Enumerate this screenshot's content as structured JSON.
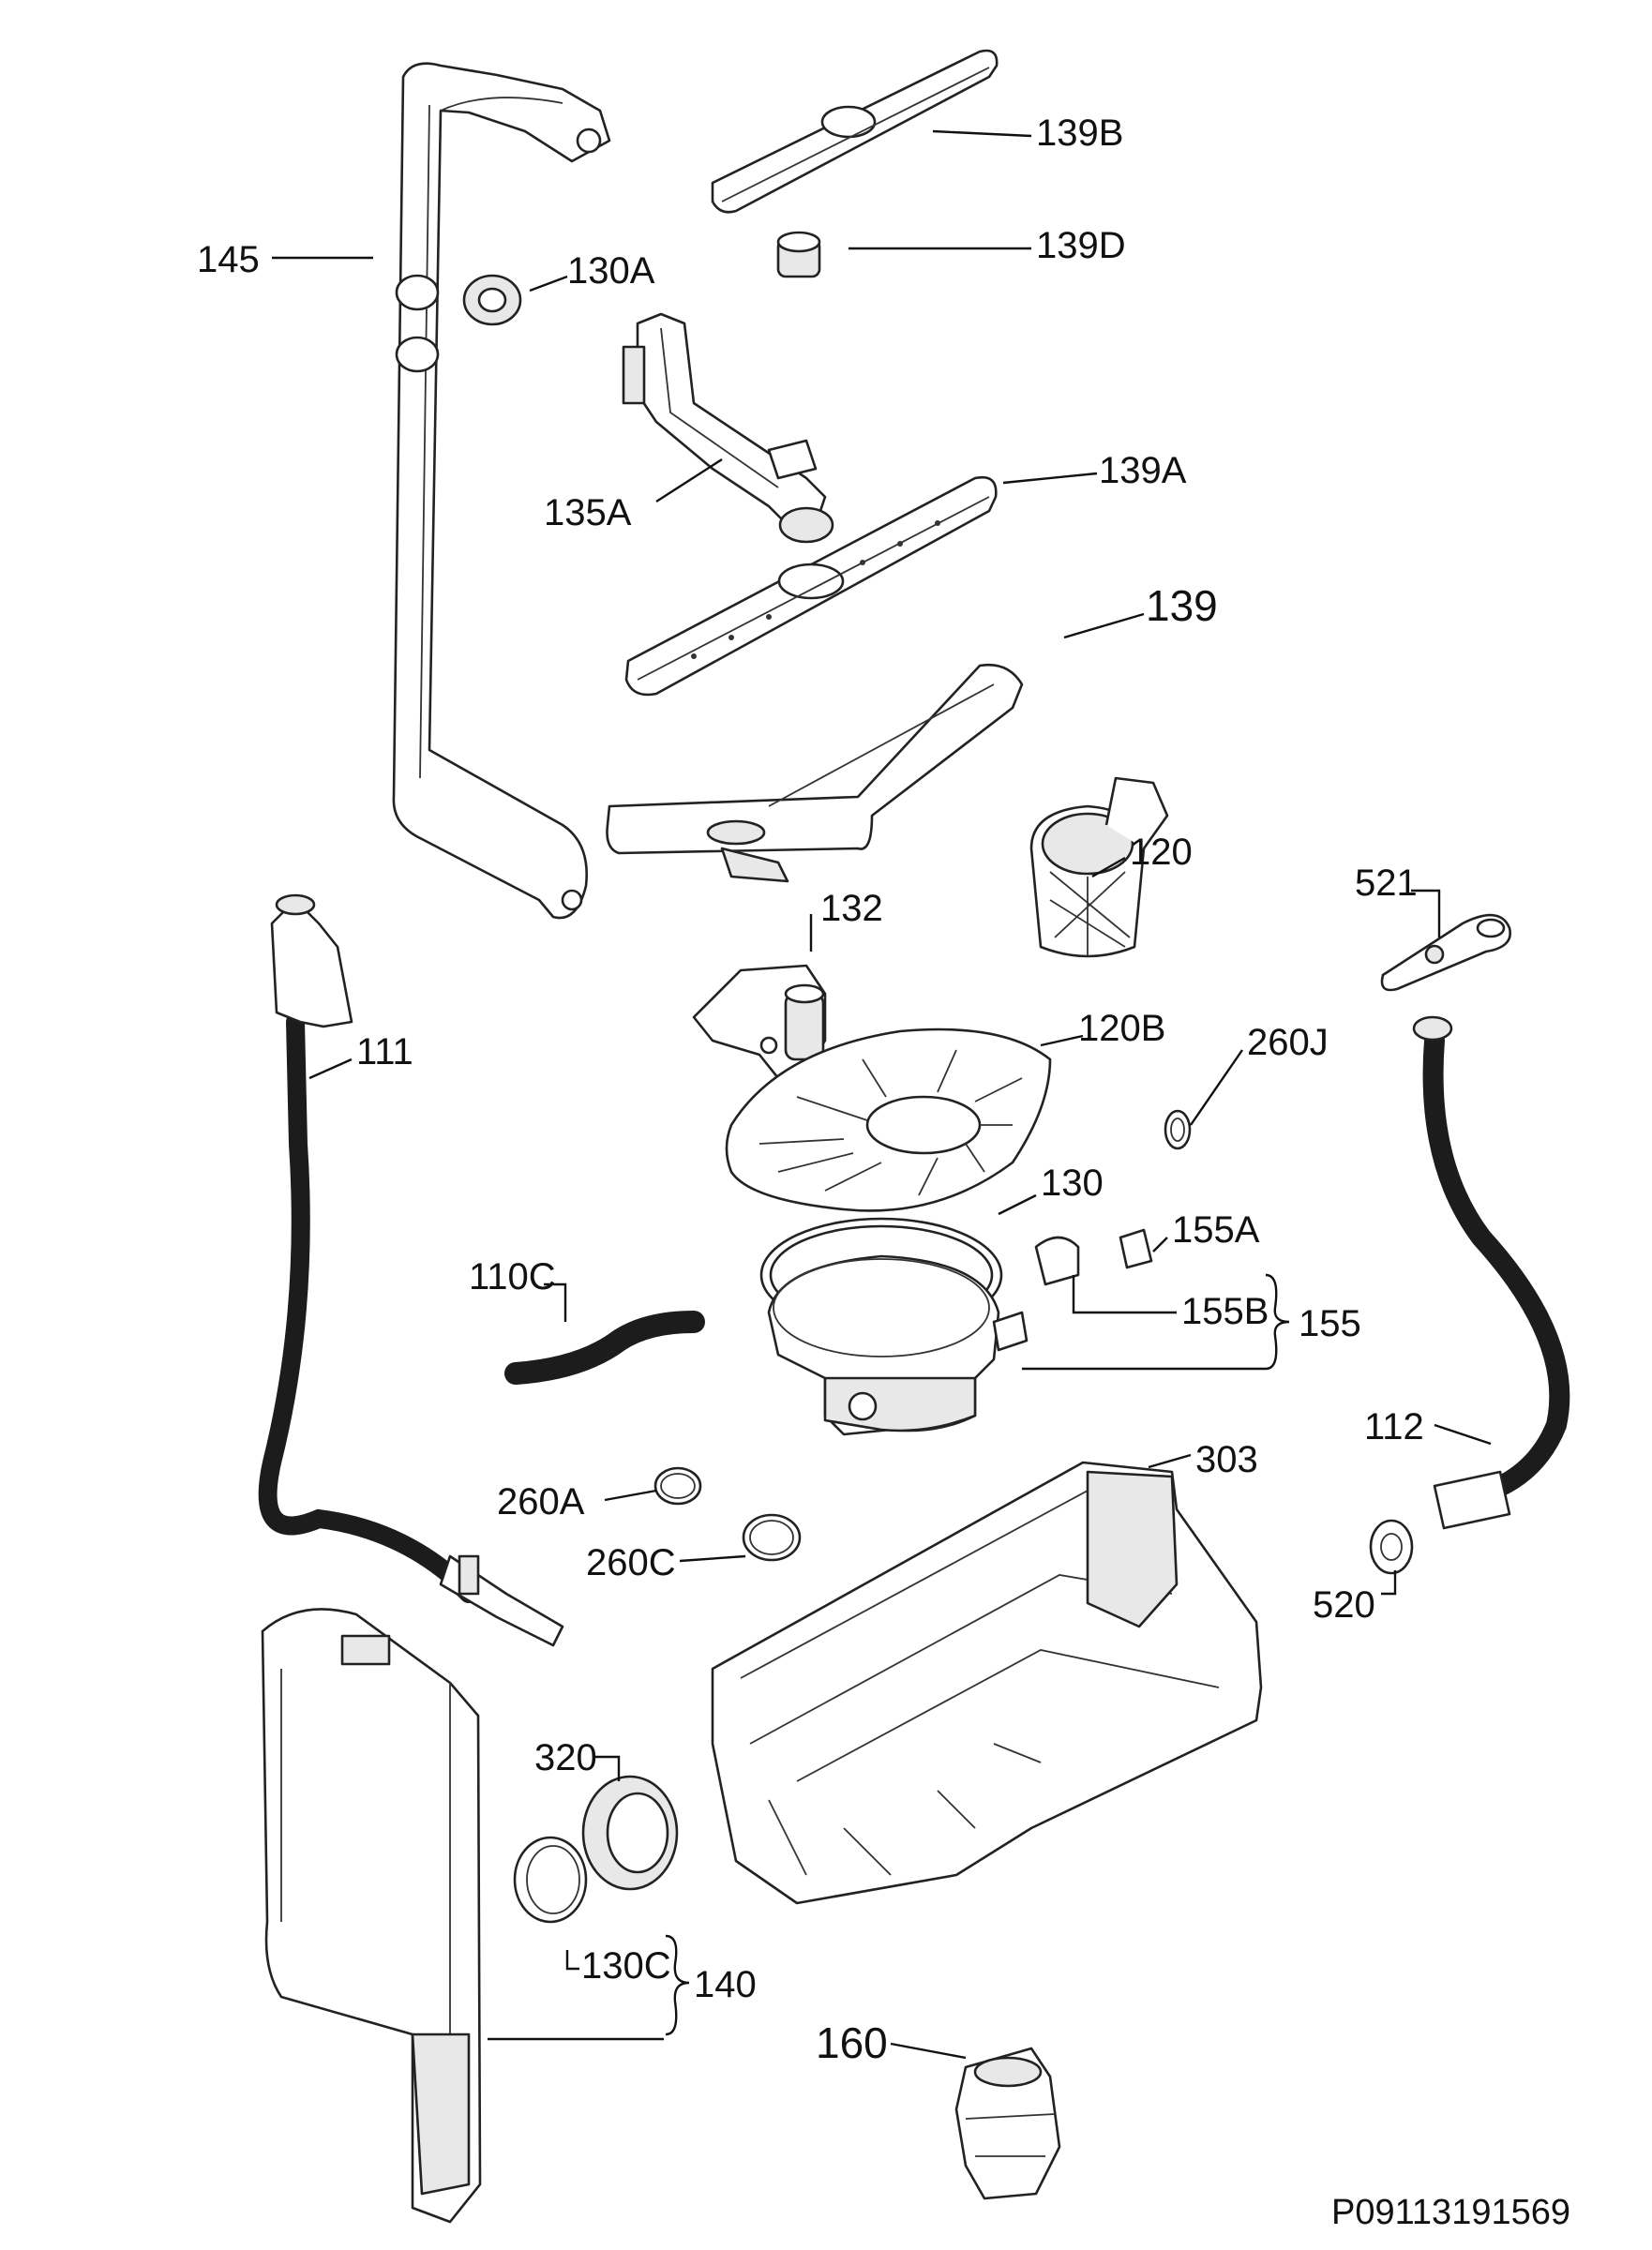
{
  "diagram": {
    "drawing_code": "P09113191569",
    "labels": [
      {
        "id": "145",
        "text": "145"
      },
      {
        "id": "130A",
        "text": "130A"
      },
      {
        "id": "139B",
        "text": "139B"
      },
      {
        "id": "139D",
        "text": "139D"
      },
      {
        "id": "135A",
        "text": "135A"
      },
      {
        "id": "139A",
        "text": "139A"
      },
      {
        "id": "139",
        "text": "139"
      },
      {
        "id": "120",
        "text": "120"
      },
      {
        "id": "521",
        "text": "521"
      },
      {
        "id": "132",
        "text": "132"
      },
      {
        "id": "111",
        "text": "111"
      },
      {
        "id": "120B",
        "text": "120B"
      },
      {
        "id": "260J",
        "text": "260J"
      },
      {
        "id": "130",
        "text": "130"
      },
      {
        "id": "155A",
        "text": "155A"
      },
      {
        "id": "110C",
        "text": "110C"
      },
      {
        "id": "155B",
        "text": "155B"
      },
      {
        "id": "155",
        "text": "155"
      },
      {
        "id": "112",
        "text": "112"
      },
      {
        "id": "303",
        "text": "303"
      },
      {
        "id": "260A",
        "text": "260A"
      },
      {
        "id": "260C",
        "text": "260C"
      },
      {
        "id": "520",
        "text": "520"
      },
      {
        "id": "320",
        "text": "320"
      },
      {
        "id": "130C",
        "text": "130C"
      },
      {
        "id": "140",
        "text": "140"
      },
      {
        "id": "160",
        "text": "160"
      }
    ]
  }
}
